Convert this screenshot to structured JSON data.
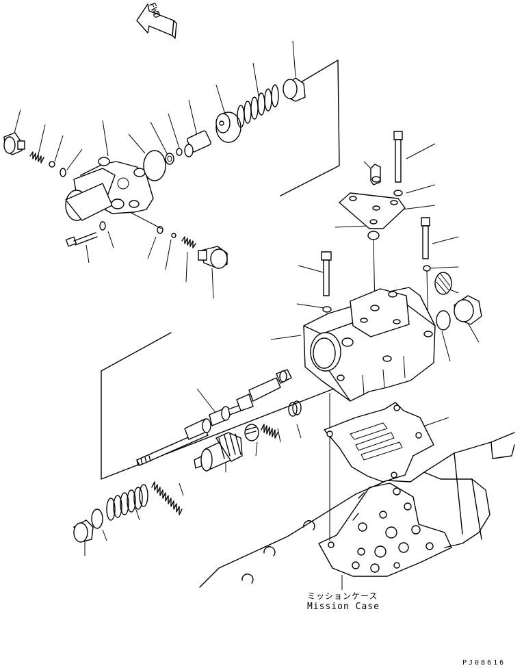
{
  "arrow": {
    "label": "FWD"
  },
  "annotation": {
    "japanese": "ミッションケース",
    "english": "Mission Case"
  },
  "part_code": "PJ08616"
}
